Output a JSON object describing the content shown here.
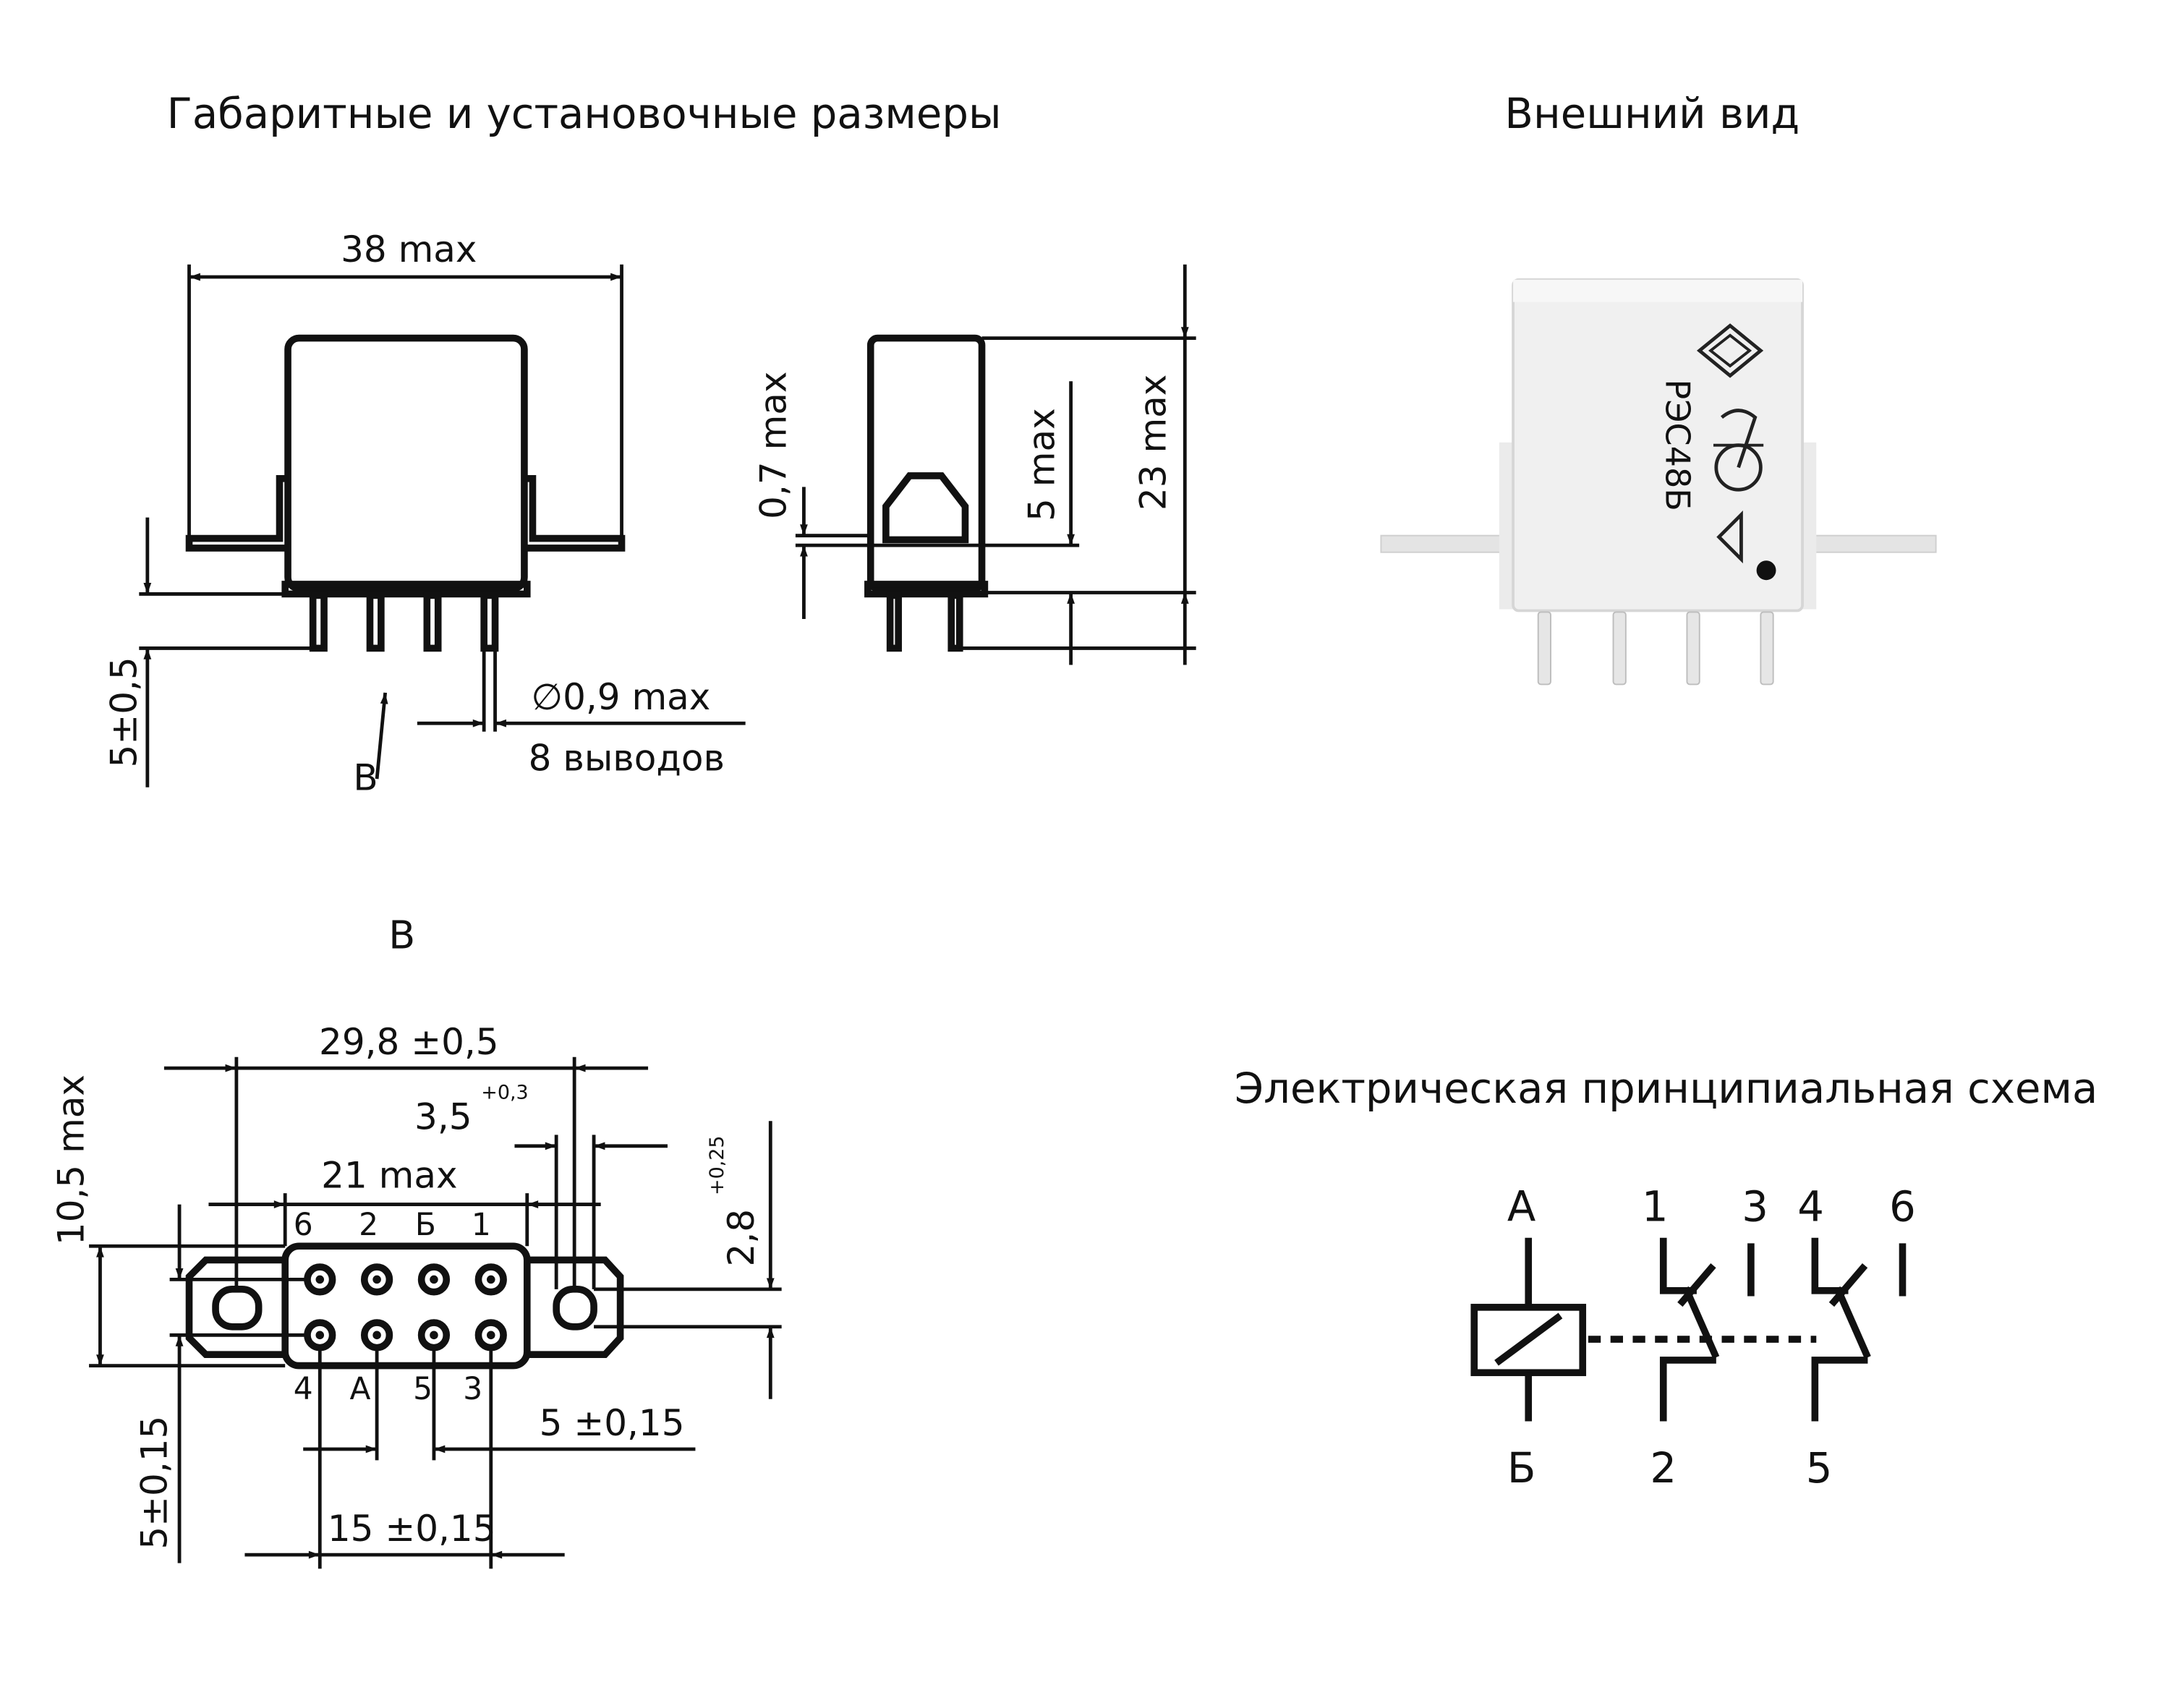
{
  "titles": {
    "dimensions": "Габаритные и установочные размеры",
    "appearance": "Внешний вид",
    "schematic": "Электрическая принципиальная схема"
  },
  "front_view": {
    "width": "38 max",
    "pin_length": "5±0,5",
    "pin_diameter": "∅0,9 max",
    "pin_count": "8 выводов",
    "view_arrow": "В"
  },
  "side_view": {
    "gap": "0,7 max",
    "bracket": "5 max",
    "height": "23 max"
  },
  "bottom_view": {
    "title": "В",
    "mount_span": "29,8 ±0,5",
    "hole_offset_value": "3,5",
    "hole_offset_tol": "+0,3",
    "body_width": "21 max",
    "total_height": "10,5 max",
    "hole_dia_value": "2,8",
    "hole_dia_tol": "+0,25",
    "row_offset": "5±0,15",
    "pin_pitch": "5 ±0,15",
    "pin_span": "15 ±0,15",
    "pins_top": [
      "6",
      "2",
      "Б",
      "1"
    ],
    "pins_bottom": [
      "4",
      "А",
      "5",
      "3"
    ]
  },
  "product": {
    "marking": "РЭС48Б"
  },
  "schematic": {
    "coil_top": "А",
    "coil_bottom": "Б",
    "g1_top_left": "1",
    "g1_top_right": "3",
    "g1_bottom": "2",
    "g2_top_left": "4",
    "g2_top_right": "6",
    "g2_bottom": "5"
  }
}
